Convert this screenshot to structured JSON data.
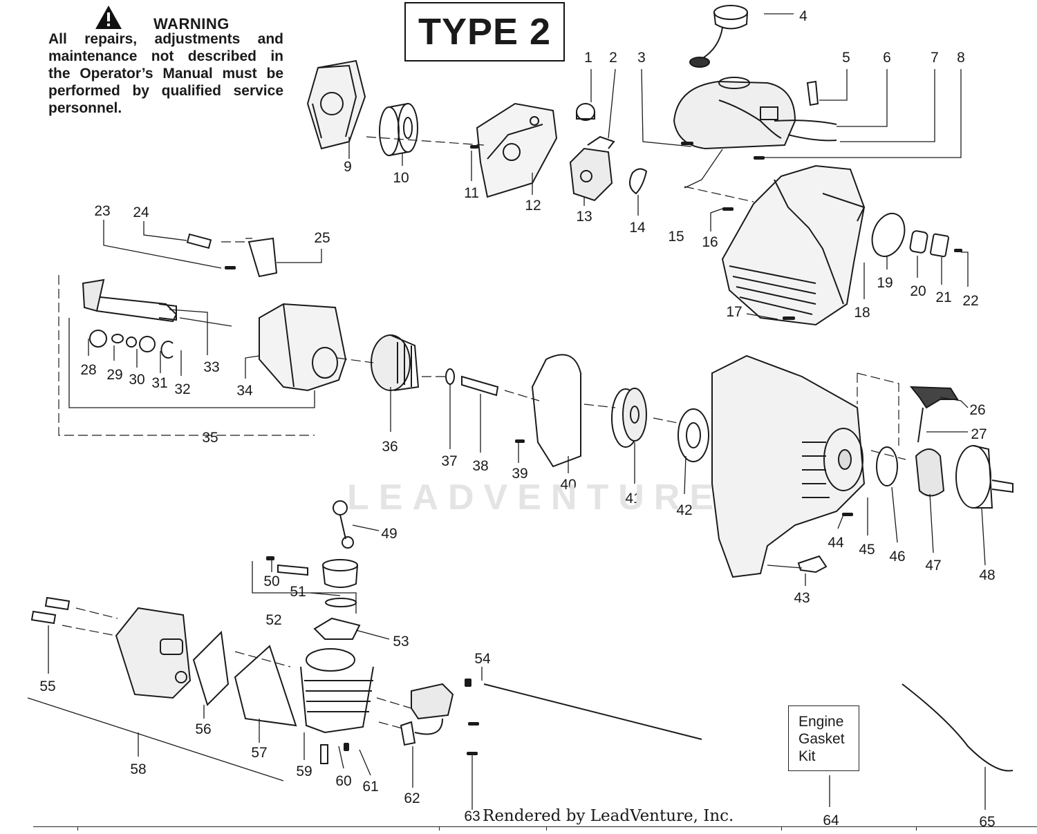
{
  "warning": {
    "title": "WARNING",
    "lines": [
      "All repairs, adjustments and",
      "maintenance not described in",
      "the Operator’s Manual must be",
      "performed by qualified service",
      "personnel."
    ]
  },
  "type_label": "TYPE 2",
  "kit_label": [
    "Engine",
    "Gasket",
    "Kit"
  ],
  "watermark": "LEADVENTURE",
  "footer": "Rendered by LeadVenture, Inc.",
  "part_numbers": [
    "1",
    "2",
    "3",
    "4",
    "5",
    "6",
    "7",
    "8",
    "9",
    "10",
    "11",
    "12",
    "13",
    "14",
    "15",
    "16",
    "17",
    "18",
    "19",
    "20",
    "21",
    "22",
    "23",
    "24",
    "25",
    "26",
    "27",
    "28",
    "29",
    "30",
    "31",
    "32",
    "33",
    "34",
    "35",
    "36",
    "37",
    "38",
    "39",
    "40",
    "41",
    "42",
    "43",
    "44",
    "45",
    "46",
    "47",
    "48",
    "49",
    "50",
    "51",
    "52",
    "53",
    "54",
    "55",
    "56",
    "57",
    "58",
    "59",
    "60",
    "61",
    "62",
    "63",
    "64",
    "65"
  ]
}
